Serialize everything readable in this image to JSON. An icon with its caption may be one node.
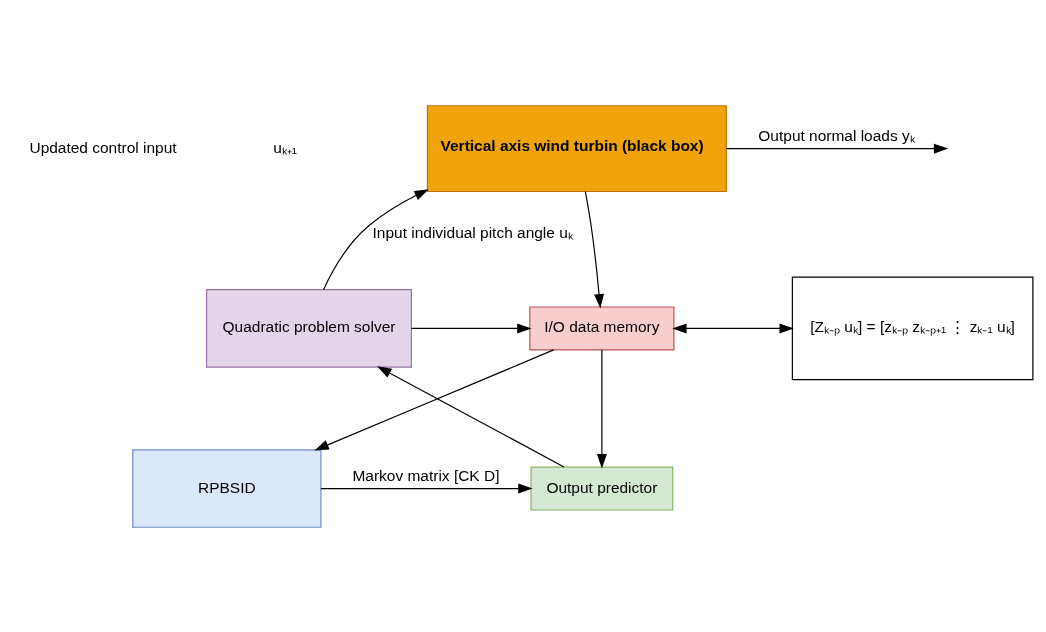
{
  "diagram": {
    "nodes": [
      {
        "text": [
          "Vertical axis wind turbin (black box)"
        ]
      },
      {
        "text": [
          "I/O data memory"
        ]
      },
      {
        "text": [
          "[Zₖ₋ₚ uₖ] = [zₖ₋ₚ zₖ₋ₚ₊₁ ⋮ zₖ₋₁ uₖ]"
        ]
      },
      {
        "text": [
          "Quadratic problem solver"
        ]
      },
      {
        "text": [
          "Output predictor"
        ]
      },
      {
        "text": [
          "RPBSID"
        ]
      }
    ],
    "edges": [
      {
        "from": 3,
        "to": 0,
        "arrow": "to",
        "label": "Input individual pitch angle uₖ"
      },
      {
        "from": 3,
        "to": 1,
        "arrow": "to"
      },
      {
        "from": 0,
        "to": null,
        "arrow": "to",
        "label": "Output normal loads yₖ"
      },
      {
        "from": 0,
        "to": 1,
        "arrow": "to"
      },
      {
        "from": 1,
        "to": 2,
        "arrow": "both"
      },
      {
        "from": 1,
        "to": 4,
        "arrow": "to"
      },
      {
        "from": 1,
        "to": 5,
        "arrow": "to"
      },
      {
        "from": 5,
        "to": 4,
        "arrow": "to",
        "label": "Markov matrix [CK D]"
      },
      {
        "from": 4,
        "to": 3,
        "arrow": "to"
      }
    ],
    "labels": [
      "Updated control input",
      "uₖ₊₁"
    ]
  }
}
